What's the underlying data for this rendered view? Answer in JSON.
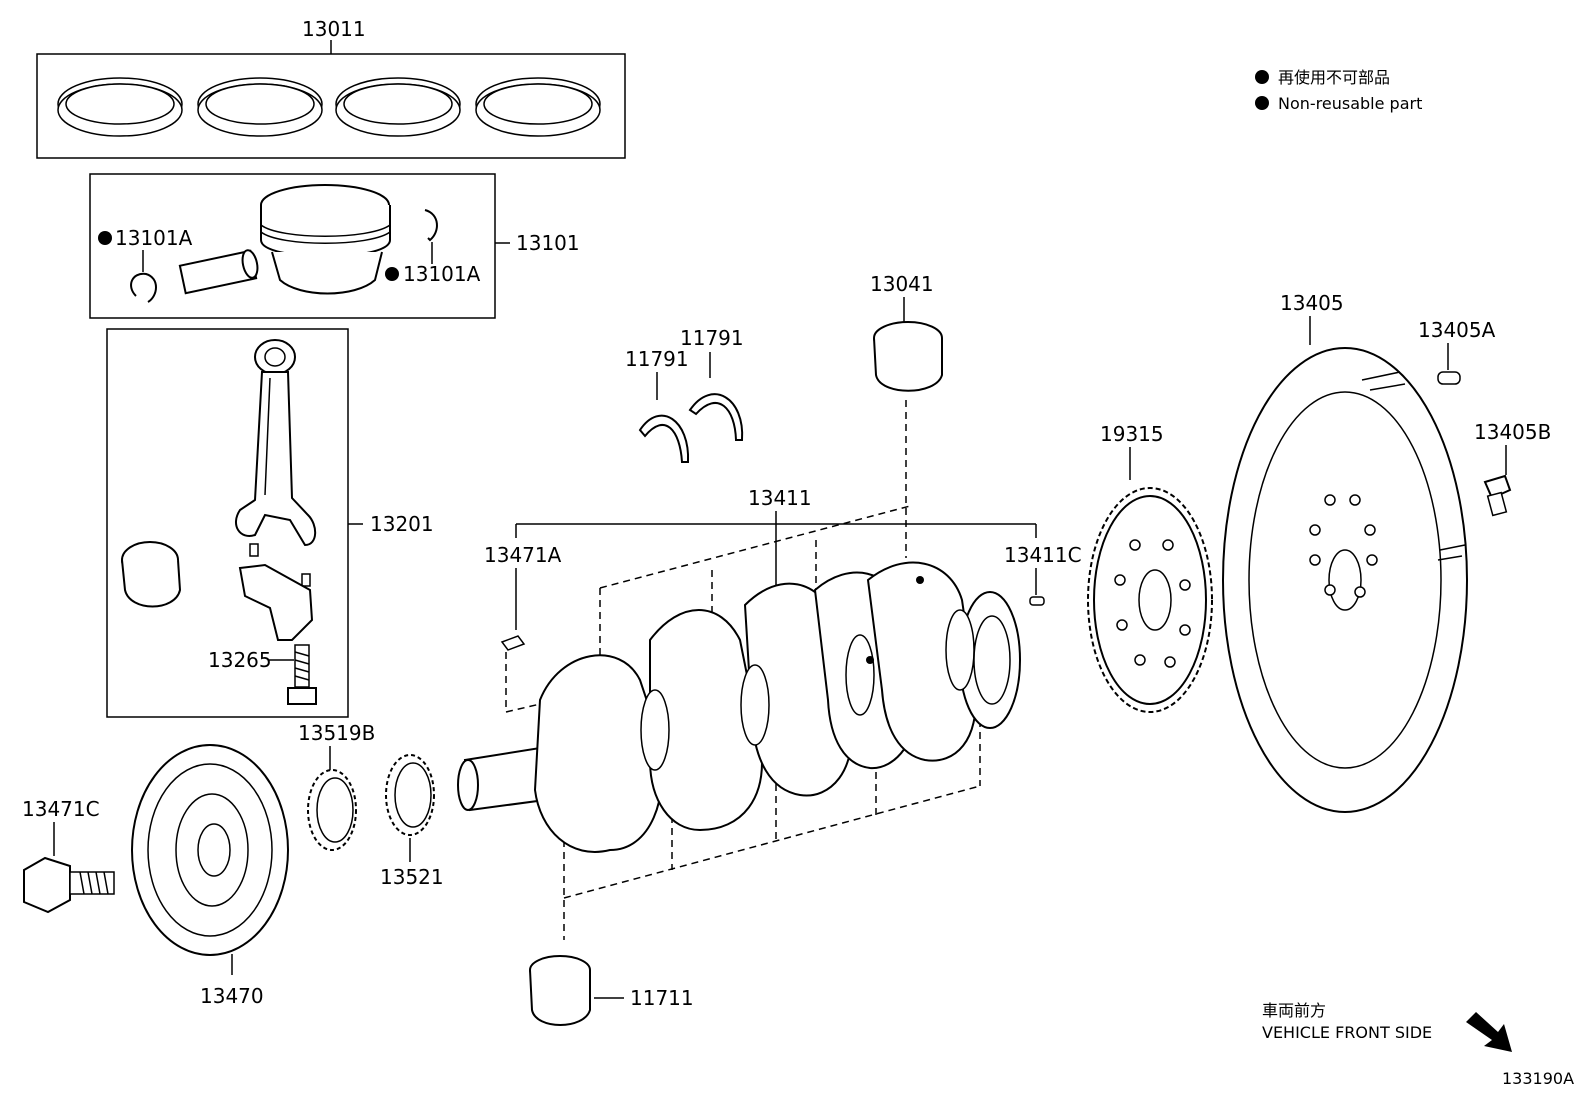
{
  "legend": {
    "line1": "再使用不可部品",
    "line2": "Non-reusable part"
  },
  "direction": {
    "jp": "車両前方",
    "en": "VEHICLE FRONT SIDE"
  },
  "figure_id": "133190A",
  "parts": {
    "p13011": "13011",
    "p13101": "13101",
    "p13101A_left": "13101A",
    "p13101A_right": "13101A",
    "p13201": "13201",
    "p13265": "13265",
    "p13041": "13041",
    "p11791_left": "11791",
    "p11791_right": "11791",
    "p13411": "13411",
    "p13471A": "13471A",
    "p13411C": "13411C",
    "p19315": "19315",
    "p13405": "13405",
    "p13405A": "13405A",
    "p13405B": "13405B",
    "p13519B": "13519B",
    "p13521": "13521",
    "p13471C": "13471C",
    "p13470": "13470",
    "p11711": "11711"
  }
}
